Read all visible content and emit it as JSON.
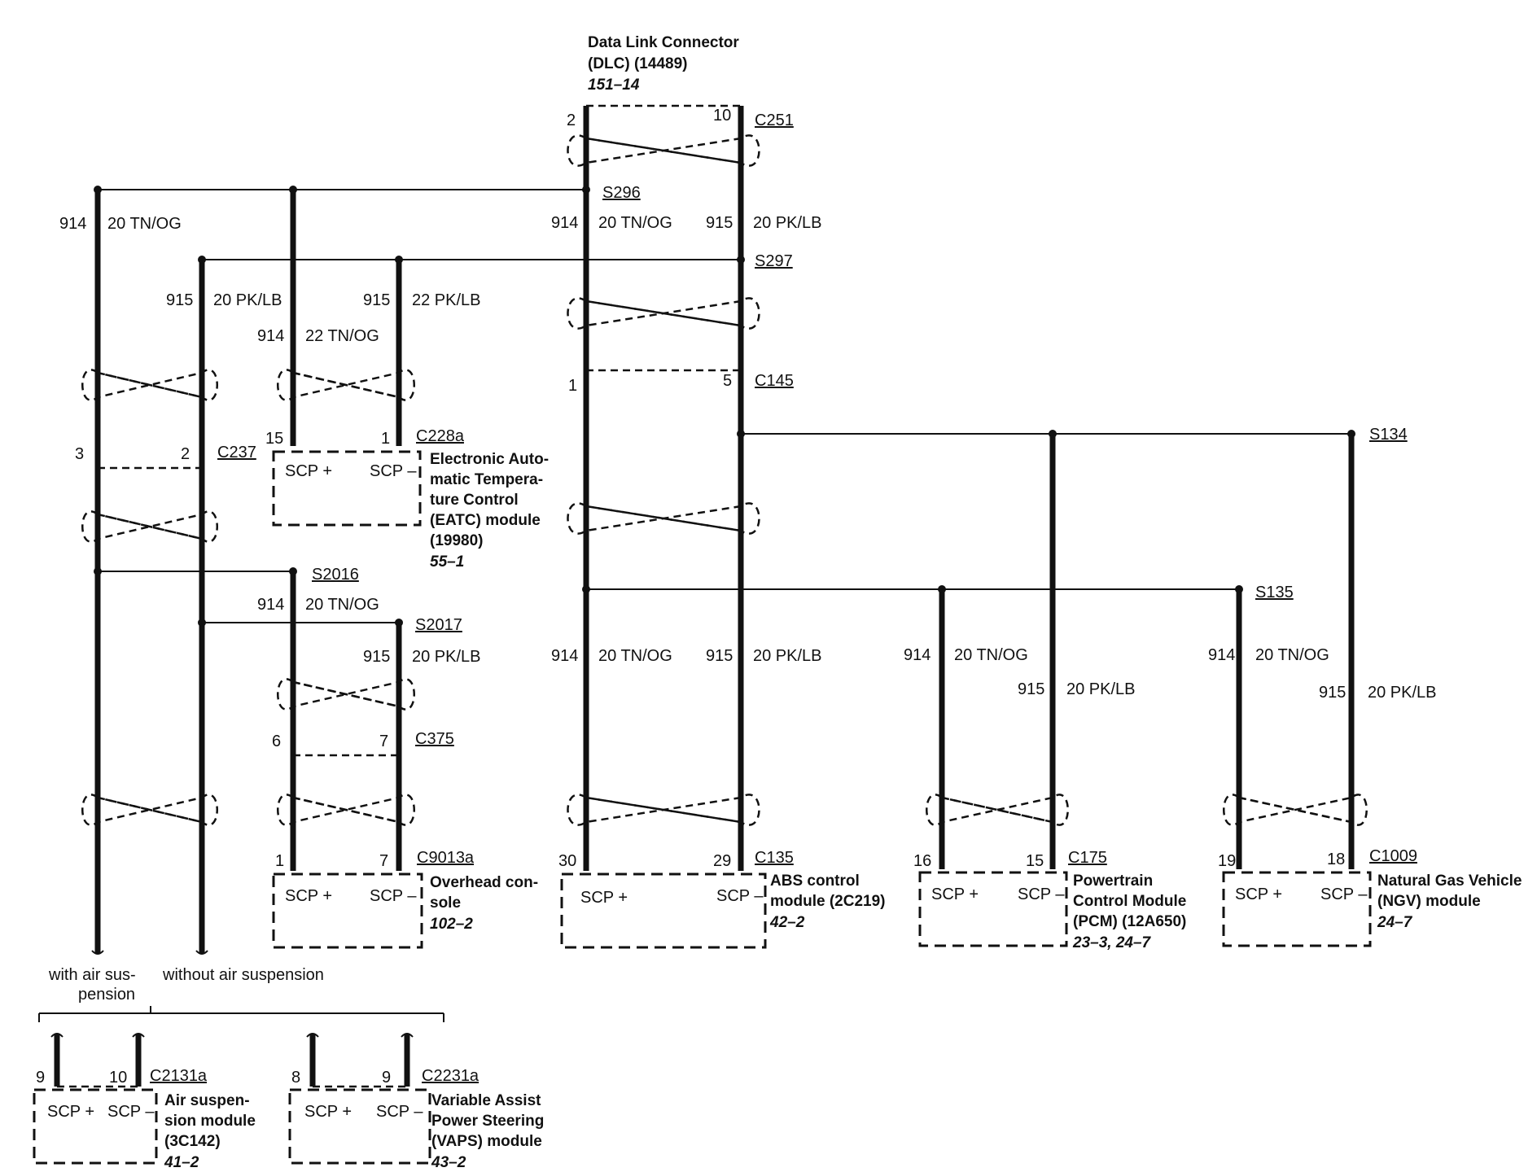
{
  "dlc": {
    "line1": "Data Link Connector",
    "line2": "(DLC) (14489)",
    "ref": "151–14"
  },
  "connectors": {
    "c251": "C251",
    "c145": "C145",
    "c237": "C237",
    "c228a": "C228a",
    "c375": "C375",
    "c9013a": "C9013a",
    "c135": "C135",
    "c175": "C175",
    "c1009": "C1009",
    "c2131a": "C2131a",
    "c2231a": "C2231a"
  },
  "splices": {
    "s296": "S296",
    "s297": "S297",
    "s134": "S134",
    "s135": "S135",
    "s2016": "S2016",
    "s2017": "S2017"
  },
  "circuits": {
    "c914": "914",
    "c915": "915"
  },
  "wires": {
    "tnog20": "20 TN/OG",
    "pklb20": "20 PK/LB",
    "tnog22": "22 TN/OG",
    "pklb22": "22 PK/LB"
  },
  "pins": {
    "p1": "1",
    "p2": "2",
    "p3": "3",
    "p5": "5",
    "p6": "6",
    "p7": "7",
    "p8": "8",
    "p9": "9",
    "p10": "10",
    "p15": "15",
    "p16": "16",
    "p18": "18",
    "p19": "19",
    "p29": "29",
    "p30": "30"
  },
  "scp": {
    "plus": "SCP +",
    "minus": "SCP –"
  },
  "modules": {
    "eatc": {
      "lines": [
        "Electronic Auto-",
        "matic Tempera-",
        "ture Control",
        "(EATC) module",
        "(19980)"
      ],
      "ref": "55–1"
    },
    "overhead": {
      "lines": [
        "Overhead con-",
        "sole"
      ],
      "ref": "102–2"
    },
    "abs": {
      "lines": [
        "ABS control",
        "module (2C219)"
      ],
      "ref": "42–2"
    },
    "pcm": {
      "lines": [
        "Powertrain",
        "Control Module",
        "(PCM) (12A650)"
      ],
      "ref": "23–3, 24–7"
    },
    "ngv": {
      "lines": [
        "Natural Gas Vehicle",
        "(NGV) module"
      ],
      "ref": "24–7"
    },
    "air": {
      "lines": [
        "Air suspen-",
        "sion module",
        "(3C142)"
      ],
      "ref": "41–2"
    },
    "vaps": {
      "lines": [
        "Variable Assist",
        "Power Steering",
        "(VAPS) module"
      ],
      "ref": "43–2"
    }
  },
  "notes": {
    "with_air_1": "with air sus-",
    "with_air_2": "pension",
    "without_air": "without air suspension"
  }
}
